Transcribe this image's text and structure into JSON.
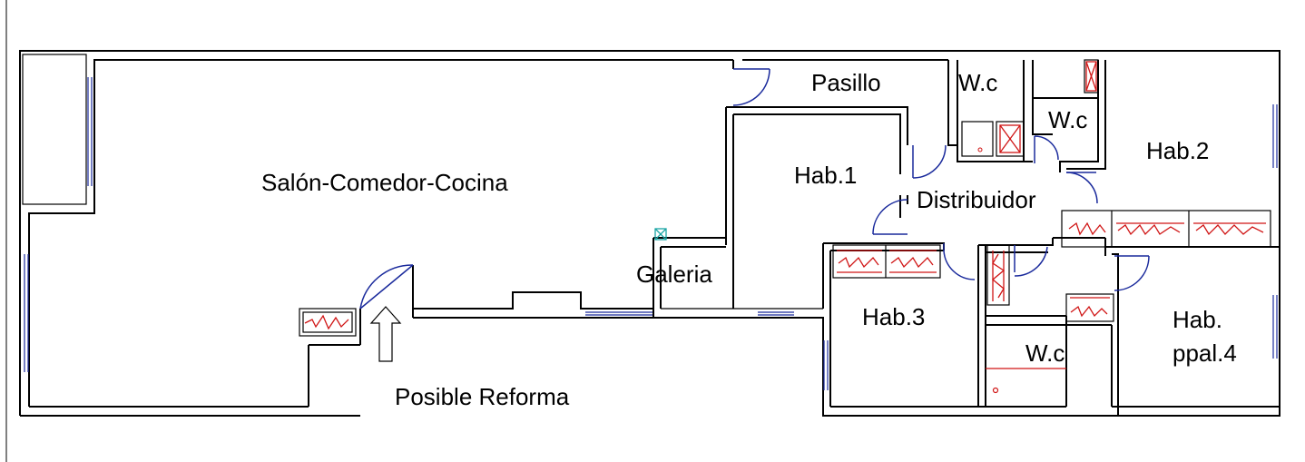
{
  "rooms": {
    "salon": "Salón-Comedor-Cocina",
    "pasillo": "Pasillo",
    "wc_top": "W.c",
    "wc_mid": "W.c",
    "hab1": "Hab.1",
    "hab2": "Hab.2",
    "distribuidor": "Distribuidor",
    "galeria": "Galeria",
    "hab3": "Hab.3",
    "hab_ppal_line1": "Hab.",
    "hab_ppal_line2": "ppal.4",
    "wc_bottom": "W.c"
  },
  "annotations": {
    "reforma": "Posible Reforma"
  },
  "colors": {
    "walls": "#000000",
    "windows_doors": "#1a2a9c",
    "wardrobes": "#d01515",
    "fixture": "#1aa5a5"
  }
}
